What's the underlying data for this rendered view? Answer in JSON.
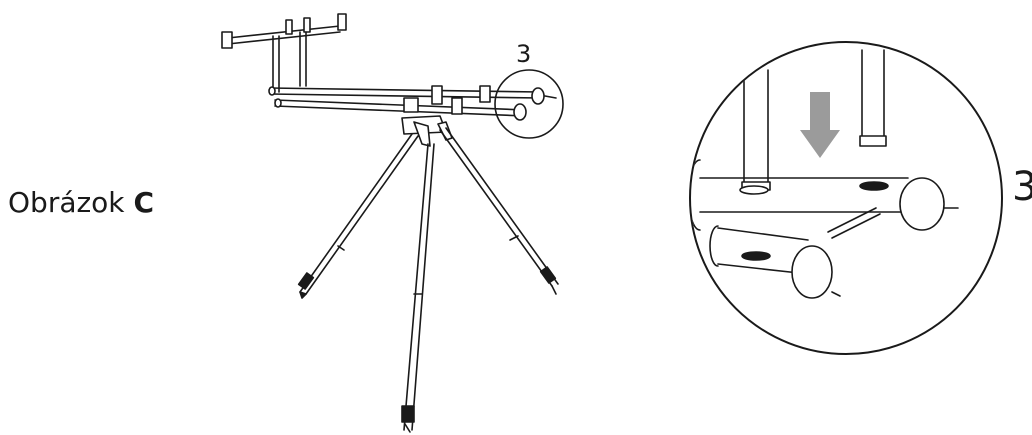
{
  "figure": {
    "label_prefix": "Obrázok",
    "label_letter": "C"
  },
  "callouts": {
    "small": "3",
    "large": "3"
  },
  "colors": {
    "line": "#1a1a1a",
    "arrow": "#9b9b9b",
    "background": "#ffffff"
  }
}
